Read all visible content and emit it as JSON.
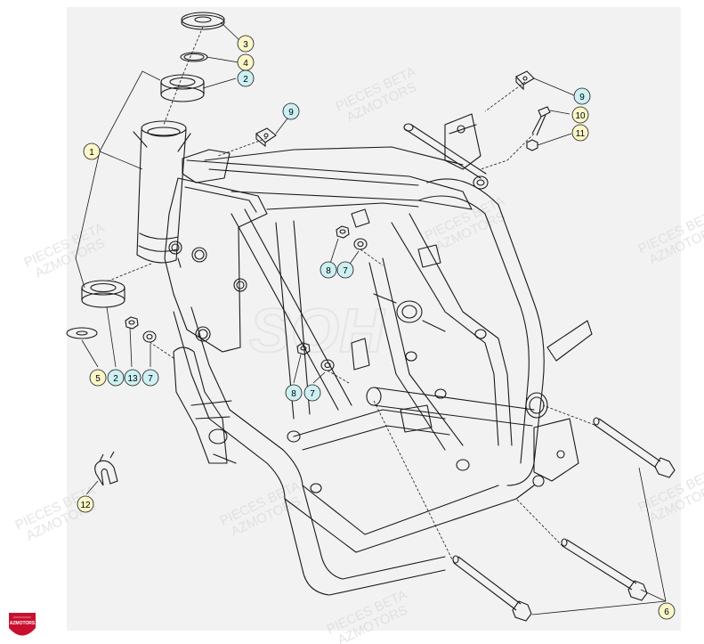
{
  "diagram": {
    "watermark_lines": [
      "PIECES BETA",
      "AZMOTORS"
    ],
    "center_mark": "SOH",
    "logo_text": "AZMOTORS",
    "colors": {
      "line": "#1a1a1a",
      "paper": "#f2f2f2",
      "callout_yellow": "#fbf7c8",
      "callout_cyan": "#cdf0f3",
      "logo_red": "#c8102e",
      "watermark": "#d9d9d9"
    },
    "callouts": [
      {
        "id": "c3",
        "label": "3",
        "color": "yellow"
      },
      {
        "id": "c4",
        "label": "4",
        "color": "yellow"
      },
      {
        "id": "c2a",
        "label": "2",
        "color": "cyan"
      },
      {
        "id": "c9a",
        "label": "9",
        "color": "cyan"
      },
      {
        "id": "c1",
        "label": "1",
        "color": "yellow"
      },
      {
        "id": "c9b",
        "label": "9",
        "color": "cyan"
      },
      {
        "id": "c10",
        "label": "10",
        "color": "yellow"
      },
      {
        "id": "c11",
        "label": "11",
        "color": "yellow"
      },
      {
        "id": "c8a",
        "label": "8",
        "color": "cyan"
      },
      {
        "id": "c7a",
        "label": "7",
        "color": "cyan"
      },
      {
        "id": "c5",
        "label": "5",
        "color": "yellow"
      },
      {
        "id": "c2b",
        "label": "2",
        "color": "cyan"
      },
      {
        "id": "c13",
        "label": "13",
        "color": "cyan"
      },
      {
        "id": "c7b",
        "label": "7",
        "color": "cyan"
      },
      {
        "id": "c8b",
        "label": "8",
        "color": "cyan"
      },
      {
        "id": "c7c",
        "label": "7",
        "color": "cyan"
      },
      {
        "id": "c12",
        "label": "12",
        "color": "yellow"
      },
      {
        "id": "c6",
        "label": "6",
        "color": "yellow"
      }
    ]
  }
}
